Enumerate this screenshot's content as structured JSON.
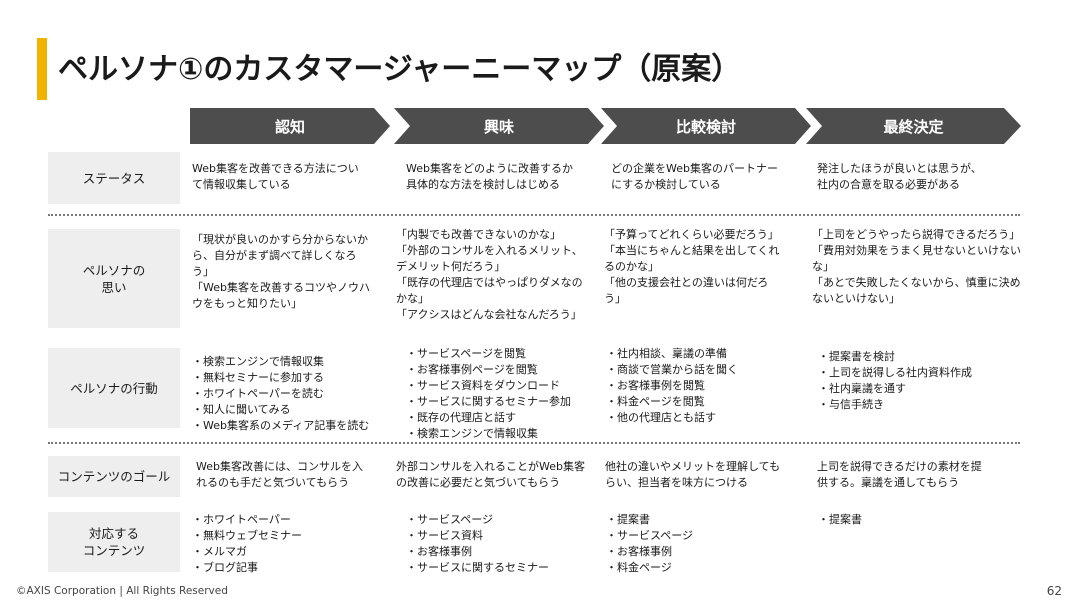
{
  "title": "ペルソナ①のカスタマージャーニーマップ（原案）",
  "stages": [
    "認知",
    "興味",
    "比較検討",
    "最終決定"
  ],
  "rows": [
    {
      "label": [
        "ステータス"
      ],
      "cells": [
        [
          "Web集客を改善できる方法につい",
          "て情報収集している"
        ],
        [
          "Web集客をどのように改善するか",
          "具体的な方法を検討しはじめる"
        ],
        [
          "どの企業をWeb集客のパートナー",
          "にするか検討している"
        ],
        [
          "発注したほうが良いとは思うが、",
          "社内の合意を取る必要がある"
        ]
      ]
    },
    {
      "label": [
        "ペルソナの",
        "思い"
      ],
      "cells": [
        [
          "「現状が良いのかすら分からないか",
          "ら、自分がまず調べて詳しくなろ",
          "う」",
          "「Web集客を改善するコツやノウハ",
          "ウをもっと知りたい」"
        ],
        [
          "「内製でも改善できないのかな」",
          "「外部のコンサルを入れるメリット、",
          "デメリット何だろう」",
          "「既存の代理店ではやっぱりダメなの",
          "かな」",
          "「アクシスはどんな会社なんだろう」"
        ],
        [
          "「予算ってどれくらい必要だろう」",
          "「本当にちゃんと結果を出してくれ",
          "るのかな」",
          "「他の支援会社との違いは何だろ",
          "う」"
        ],
        [
          "「上司をどうやったら説得できるだろう」",
          "「費用対効果をうまく見せないといけない",
          "な」",
          "「あとで失敗したくないから、慎重に決め",
          "ないといけない」"
        ]
      ]
    },
    {
      "label": [
        "ペルソナの行動"
      ],
      "cells": [
        [
          "・検索エンジンで情報収集",
          "・無料セミナーに参加する",
          "・ホワイトペーパーを読む",
          "・知人に聞いてみる",
          "・Web集客系のメディア記事を読む"
        ],
        [
          "・サービスページを閲覧",
          "・お客様事例ページを閲覧",
          "・サービス資料をダウンロード",
          "・サービスに関するセミナー参加",
          "・既存の代理店と話す",
          "・検索エンジンで情報収集"
        ],
        [
          "・社内相談、稟議の準備",
          "・商談で営業から話を聞く",
          "・お客様事例を閲覧",
          "・料金ページを閲覧",
          "・他の代理店とも話す"
        ],
        [
          "・提案書を検討",
          "・上司を説得しる社内資料作成",
          "・社内稟議を通す",
          "・与信手続き"
        ]
      ]
    },
    {
      "label": [
        "コンテンツのゴール"
      ],
      "cells": [
        [
          "Web集客改善には、コンサルを入",
          "れるのも手だと気づいてもらう"
        ],
        [
          "外部コンサルを入れることがWeb集客",
          "の改善に必要だと気づいてもらう"
        ],
        [
          "他社の違いやメリットを理解しても",
          "らい、担当者を味方につける"
        ],
        [
          "上司を説得できるだけの素材を提",
          "供する。稟議を通してもらう"
        ]
      ]
    },
    {
      "label": [
        "対応する",
        "コンテンツ"
      ],
      "cells": [
        [
          "・ホワイトペーパー",
          "・無料ウェブセミナー",
          "・メルマガ",
          "・ブログ記事"
        ],
        [
          "・サービスページ",
          "・サービス資料",
          "・お客様事例",
          "・サービスに関するセミナー"
        ],
        [
          "・提案書",
          "・サービスページ",
          "・お客様事例",
          "・料金ページ"
        ],
        [
          "・提案書"
        ]
      ]
    }
  ],
  "footer": "©AXIS Corporation | All Rights Reserved",
  "page_number": "62"
}
